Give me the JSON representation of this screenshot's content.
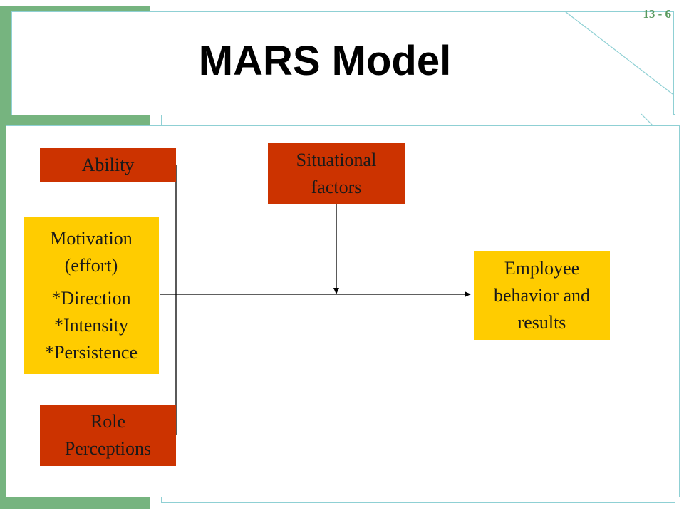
{
  "slide": {
    "number": "13 - 6",
    "title": "MARS Model"
  },
  "diagram": {
    "ability": "Ability",
    "motivation": {
      "line1": "Motivation",
      "line2": "(effort)",
      "item1": "*Direction",
      "item2": "*Intensity",
      "item3": "*Persistence"
    },
    "role": {
      "line1": "Role",
      "line2": "Perceptions"
    },
    "situational": {
      "line1": "Situational",
      "line2": "factors"
    },
    "outcome": {
      "line1": "Employee",
      "line2": "behavior and",
      "line3": "results"
    }
  },
  "colors": {
    "red_box": "#cc3300",
    "yellow_box": "#ffcc00",
    "green_bar": "#76b47f",
    "panel_border": "#8fd0d4"
  }
}
